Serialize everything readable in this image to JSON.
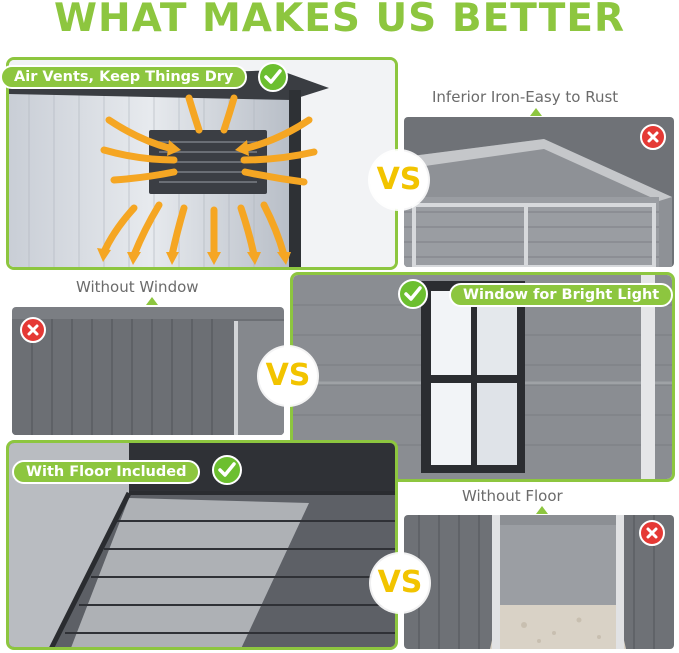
{
  "title": "WHAT MAKES US BETTER",
  "vs_text": "VS",
  "rows": [
    {
      "good_label": "Air Vents, Keep Things Dry",
      "bad_caption": "Inferior Iron-Easy to Rust"
    },
    {
      "bad_caption": "Without Window",
      "good_label": "Window for Bright Light"
    },
    {
      "good_label": "With Floor Included",
      "bad_caption": "Without Floor"
    }
  ],
  "colors": {
    "accent_green": "#8dc63f",
    "vs_yellow": "#f2c400",
    "cross_red": "#e53935"
  },
  "icons": {
    "good": "check-icon",
    "bad": "cross-icon",
    "vent": "air-vent-icon",
    "arrows": "airflow-arrow-icon"
  }
}
